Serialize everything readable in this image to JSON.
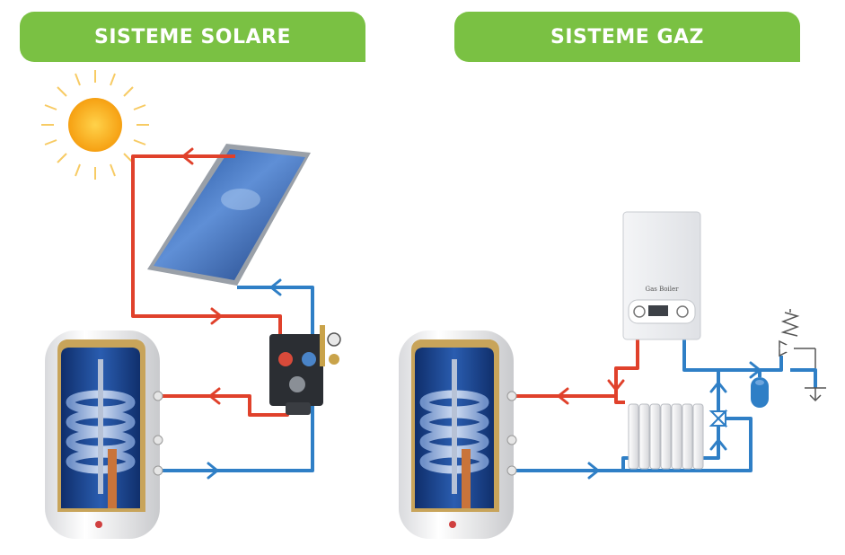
{
  "colors": {
    "accent": "#7ac143",
    "hot_pipe": "#e0412b",
    "cold_pipe": "#2f7fc6",
    "panel_blue": "#2b5ea8",
    "sun": "#f6b21a"
  },
  "tabs": {
    "solar": "SISTEME SOLARE",
    "gas": "SISTEME GAZ"
  },
  "gas_boiler": {
    "brand": "Gas Boiler"
  },
  "icons": [
    "sun-icon",
    "solar-panel-icon",
    "water-tank-icon",
    "pump-station-icon",
    "gas-boiler-icon",
    "radiator-icon",
    "expansion-vessel-icon",
    "safety-valve-icon",
    "three-way-valve-icon",
    "drain-arrow-icon"
  ]
}
